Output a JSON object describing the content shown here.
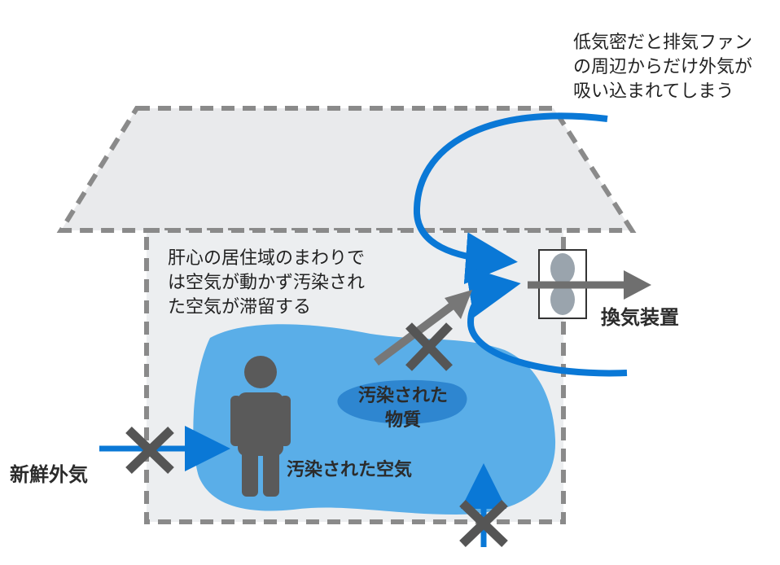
{
  "annotations": {
    "exhaust_note": "低気密だと排気ファン\nの周辺からだけ外気が\n吸い込まれてしまう",
    "stagnant_note": "肝心の居住域のまわりで\nは空気が動かず汚染され\nた空気が滞留する",
    "ventilator_label": "換気装置",
    "contaminant_label": "汚染された\n物質",
    "polluted_air_label": "汚染された空気",
    "fresh_air_label": "新鮮外気"
  },
  "colors": {
    "flow_blue": "#0a78d6",
    "polluted_air": "#5aaee8",
    "contaminant": "#2e86d0",
    "block_cross": "#555555",
    "outline_dash": "#8a8a8a",
    "person": "#5a5a5a"
  },
  "icons": {
    "person": "person-icon",
    "cross": "blocked-cross-icon",
    "fan": "exhaust-fan-icon"
  }
}
